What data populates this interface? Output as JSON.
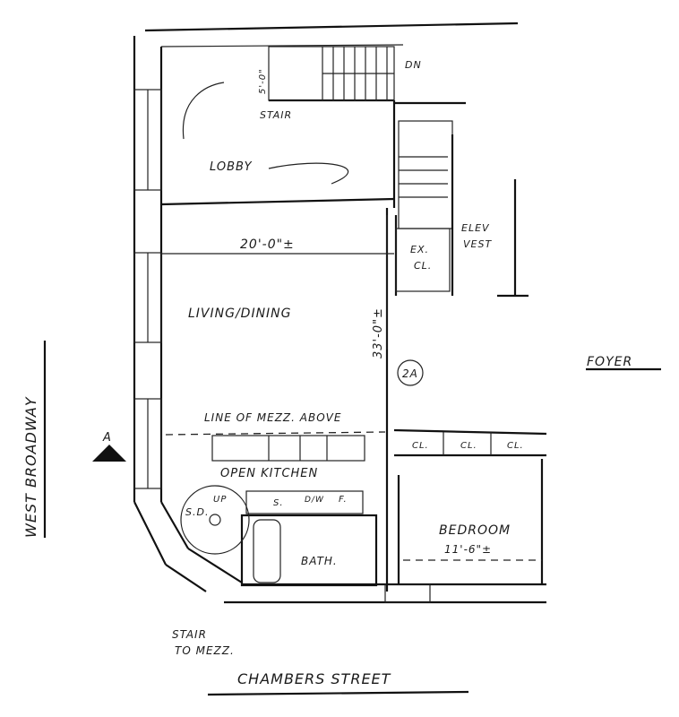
{
  "labels": {
    "dn": "DN",
    "stair_dim": "5'-0\"",
    "stair": "STAIR",
    "lobby": "LOBBY",
    "width_dim": "20'-0\"±",
    "ex_cl": "EX.",
    "ex_cl2": "CL.",
    "elev_vest": "ELEV",
    "elev_vest2": "VEST",
    "living_dining": "LIVING/DINING",
    "depth_dim": "33'-0\"±",
    "unit": "2A",
    "foyer": "FOYER",
    "west_broadway": "WEST BROADWAY",
    "section_mark": "A",
    "line_of_mezz": "LINE OF MEZZ. ABOVE",
    "cl1": "CL.",
    "cl2": "CL.",
    "cl3": "CL.",
    "open_kitchen": "OPEN KITCHEN",
    "sd": "S.D.",
    "up": "UP",
    "sink": "S.",
    "dw": "D/W",
    "fridge": "F.",
    "bedroom": "BEDROOM",
    "bedroom_dim": "11'-6\"±",
    "bath": "BATH.",
    "stair_to_mezz": "STAIR",
    "stair_to_mezz2": "TO MEZZ.",
    "chambers_street": "CHAMBERS STREET"
  }
}
